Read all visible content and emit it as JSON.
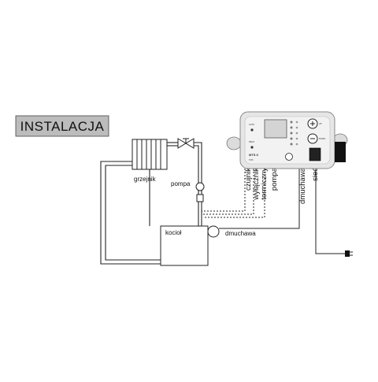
{
  "title": "INSTALACJA",
  "labels": {
    "radiator": "grzejnik",
    "pump": "pompa",
    "boiler": "kocioł",
    "blower": "dmuchawa"
  },
  "cable_labels": {
    "sensor": "czujnik",
    "thermal_switch_1": "wyłącznik",
    "thermal_switch_2": "termiczny",
    "pump": "pompa",
    "blower": "dmuchawa",
    "mains": "sieć"
  },
  "controller": {
    "model_1": "MTS II",
    "model_2": "TMX",
    "mode_1": "AUTO",
    "mode_2": "RĘCZ",
    "plus_label": "UP",
    "minus_label": "DOWN"
  },
  "colors": {
    "title_bg": "#bcbcbc",
    "controller_body": "#e6e6e6",
    "display": "#d4d4d4",
    "switch": "#111111"
  }
}
